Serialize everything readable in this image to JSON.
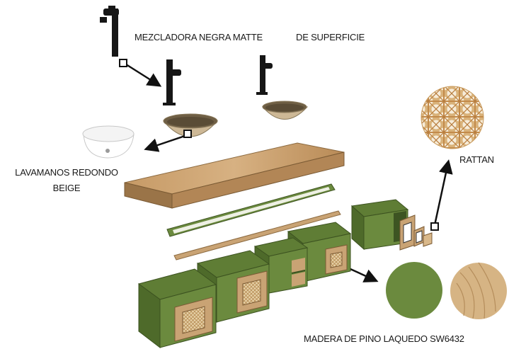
{
  "labels": {
    "mixer": "MEZCLADORA NEGRA MATTE",
    "surface": "DE SUPERFICIE",
    "basin_line1": "LAVAMANOS REDONDO",
    "basin_line2": "BEIGE",
    "rattan": "RATTAN",
    "wood": "MADERA DE PINO LAQUEDO SW6432"
  },
  "colors": {
    "olive": "#6b8a3e",
    "olive_dark": "#4e6a2a",
    "wood": "#c9a374",
    "basin_beige": "#cdb896",
    "faucet_black": "#161616"
  }
}
